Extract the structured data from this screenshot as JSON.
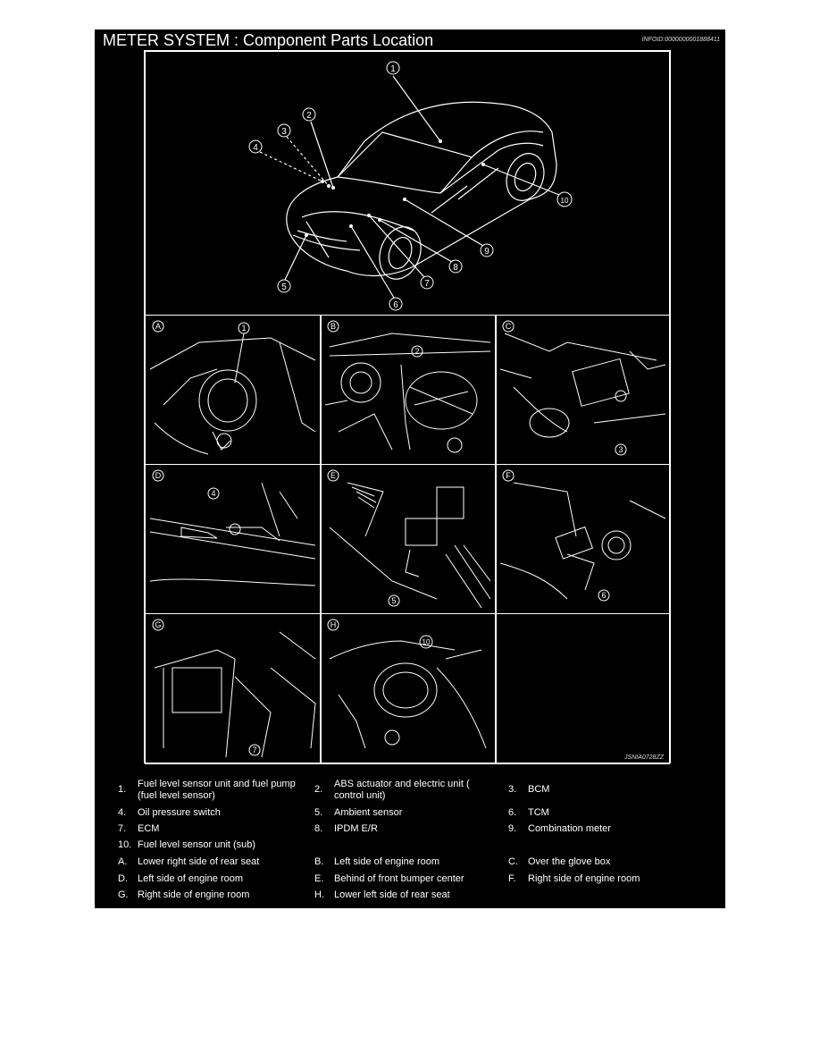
{
  "header": {
    "title": "METER SYSTEM : Component Parts Location",
    "info_id": "INFOID:0000000001888411"
  },
  "figure": {
    "id": "JSNIA0728ZZ",
    "panels": [
      "A",
      "B",
      "C",
      "D",
      "E",
      "F",
      "G",
      "H"
    ],
    "callouts": [
      "1",
      "2",
      "3",
      "4",
      "5",
      "6",
      "7",
      "8",
      "9",
      "10"
    ]
  },
  "legend": {
    "components": [
      {
        "num": "1.",
        "text": "Fuel level sensor unit and fuel pump (fuel level sensor)"
      },
      {
        "num": "2.",
        "text": "ABS actuator and electric unit ( control unit)"
      },
      {
        "num": "3.",
        "text": "BCM"
      },
      {
        "num": "4.",
        "text": "Oil pressure switch"
      },
      {
        "num": "5.",
        "text": "Ambient sensor"
      },
      {
        "num": "6.",
        "text": "TCM"
      },
      {
        "num": "7.",
        "text": "ECM"
      },
      {
        "num": "8.",
        "text": "IPDM E/R"
      },
      {
        "num": "9.",
        "text": "Combination meter"
      },
      {
        "num": "10.",
        "text": "Fuel level sensor unit (sub)"
      }
    ],
    "locations": [
      {
        "num": "A.",
        "text": "Lower right side of rear seat"
      },
      {
        "num": "B.",
        "text": "Left side of engine room"
      },
      {
        "num": "C.",
        "text": "Over the glove box"
      },
      {
        "num": "D.",
        "text": "Left side of engine room"
      },
      {
        "num": "E.",
        "text": "Behind of front bumper center"
      },
      {
        "num": "F.",
        "text": "Right side of engine room"
      },
      {
        "num": "G.",
        "text": "Right side of engine room"
      },
      {
        "num": "H.",
        "text": "Lower left side of rear seat"
      }
    ]
  }
}
